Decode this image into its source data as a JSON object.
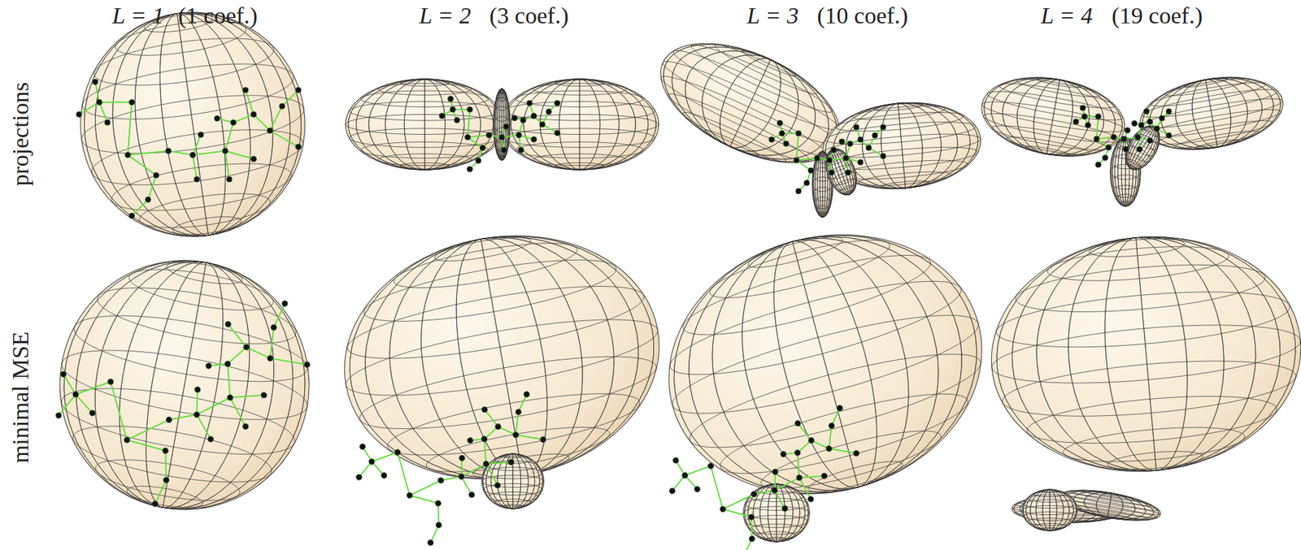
{
  "diagram": {
    "labels": [
      "L = 1",
      "(1 coef.)",
      "L = 2",
      "(3 coef.)",
      "L = 3",
      "(10 coef.)",
      "L = 4",
      "(19 coef.)",
      "projections",
      "minimal MSE"
    ]
  }
}
